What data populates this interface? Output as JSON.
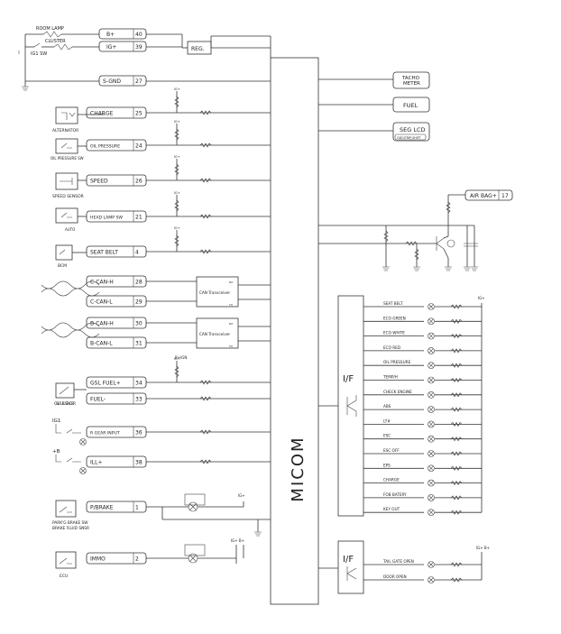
{
  "micom_label": "MICOM",
  "reg_label": "REG.",
  "top_labels": {
    "room_lamp": "ROOM LAMP",
    "cluster": "CLUSTER",
    "ig1_sw": "IG1 SW"
  },
  "left_pins": [
    {
      "label": "B+",
      "pin": "40"
    },
    {
      "label": "IG+",
      "pin": "39"
    },
    {
      "label": "S-GND",
      "pin": "27"
    },
    {
      "label": "CHARGE",
      "pin": "25"
    },
    {
      "label": "OIL PRESSURE",
      "pin": "24"
    },
    {
      "label": "SPEED",
      "pin": "26"
    },
    {
      "label": "HEAD LAMP SW",
      "pin": "21"
    },
    {
      "label": "SEAT BELT",
      "pin": "4"
    },
    {
      "label": "C-CAN-H",
      "pin": "28"
    },
    {
      "label": "C-CAN-L",
      "pin": "29"
    },
    {
      "label": "B-CAN-H",
      "pin": "30"
    },
    {
      "label": "B-CAN-L",
      "pin": "31"
    },
    {
      "label": "GSL FUEL+",
      "pin": "34"
    },
    {
      "label": "FUEL-",
      "pin": "33"
    },
    {
      "label": "R GEAR INPUT",
      "pin": "36"
    },
    {
      "label": "ILL+",
      "pin": "38"
    },
    {
      "label": "P/BRAKE",
      "pin": "1"
    },
    {
      "label": "IMMO",
      "pin": "2"
    }
  ],
  "left_components": {
    "alternator": "ALTERNATOR",
    "oil_pressure_sw": "OIL PRESSURE SW",
    "speed_sensor": "SPEED SENSOR",
    "bcm": "BCM",
    "gsl_fuel_sender": "GSL FUEL SENDER",
    "parking_brake": "PARK'G BRAKE SW\nBRAKE FLUID SNSR",
    "ecu": "ECU",
    "ig1": "IG1",
    "plus_b": "+B"
  },
  "can_transceiver": "CAN Transceiver",
  "supply_labels": {
    "ig_plus": "IG+",
    "b_plus_ign": "B+IGN",
    "ig_b_plus": "IG+ B+"
  },
  "right_outputs": {
    "tacho": "TACHO\nMETER",
    "fuel": "FUEL",
    "seg_lcd": "SEG LCD",
    "seg_lcd_sub": "ODO/TRIP,SHIFT",
    "air_bag": "AIR BAG+",
    "air_bag_pin": "17"
  },
  "if_label": "I/F",
  "indicators": [
    "SEAT BELT",
    "ECO GREEN",
    "ECO WHITE",
    "ECO RED",
    "OIL PRESSURE",
    "TEMP/H",
    "CHECK ENGINE",
    "ABS",
    "LT#",
    "ESC",
    "ESC OFF",
    "EPS",
    "CHARGE",
    "FOB BATERY",
    "KEY OUT"
  ],
  "indicators_bottom": [
    "TAIL GATE OPEN",
    "DOOR OPEN"
  ]
}
